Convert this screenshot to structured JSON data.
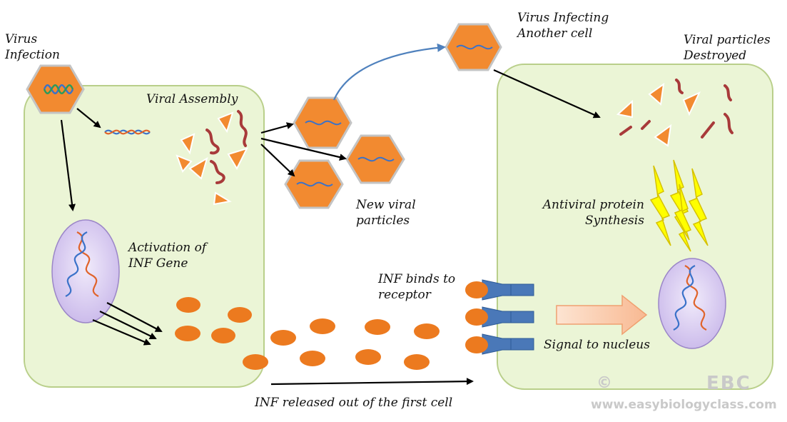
{
  "labels": {
    "virus_infection": [
      "Virus",
      "Infection"
    ],
    "viral_assembly": "Viral Assembly",
    "virus_infecting_another_cell": [
      "Virus  Infecting",
      "Another cell"
    ],
    "viral_particles_destroyed": [
      "Viral particles",
      "Destroyed"
    ],
    "new_viral_particles": [
      "New viral",
      "particles"
    ],
    "antiviral_protein_synthesis": [
      "Antiviral protein",
      "Synthesis"
    ],
    "activation_of_inf_gene": [
      "Activation of",
      "INF Gene"
    ],
    "inf_binds_to_receptor": [
      "INF binds to",
      "receptor"
    ],
    "signal_to_nucleus": "Signal to nucleus",
    "inf_released": "INF released out of the first cell"
  },
  "watermark": {
    "url": "www.easybiologyclass.com",
    "logo": "EBC",
    "copyright": "©"
  },
  "colors": {
    "cell_fill": "#ebf5d6",
    "cell_stroke": "#b9cf8a",
    "virus_fill": "#f28a30",
    "interferon": "#ec7a1f",
    "nucleus_fill": "#d8cbf0",
    "receptor": "#4a78b8",
    "protein": "#ffff00",
    "viral_fragment": "#a83a3a",
    "signal_arrow": "#fbc8a8",
    "curved_arrow": "#4f81bd"
  }
}
